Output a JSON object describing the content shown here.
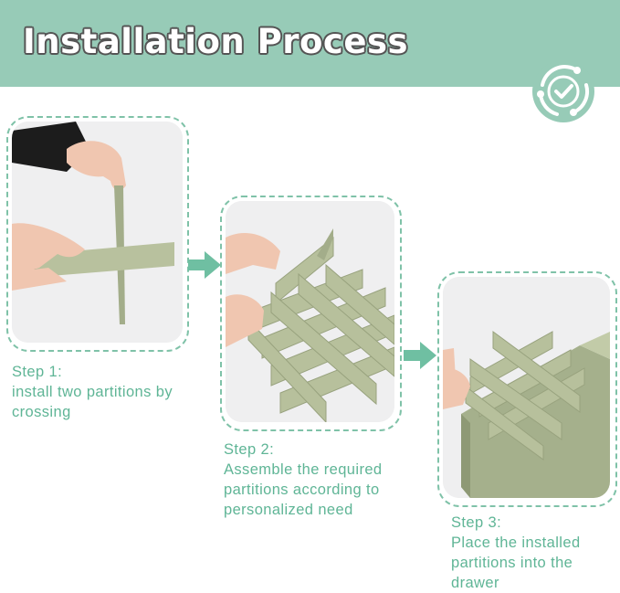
{
  "header": {
    "title": "Installation Process",
    "band_color": "#97cbb7",
    "badge_icon": "check-badge-icon"
  },
  "accent_color": "#5fb596",
  "steps": [
    {
      "title": "Step 1:",
      "description": "install two partitions by\ncrossing",
      "photo": "hands-crossing-two-partitions"
    },
    {
      "title": "Step 2:",
      "description": "Assemble the required\npartitions according to\npersonalized need",
      "photo": "hands-assembling-partition-grid"
    },
    {
      "title": "Step 3:",
      "description": "Place the installed\npartitions into the\ndrawer",
      "photo": "hands-placing-grid-into-drawer"
    }
  ],
  "arrows": [
    "right-arrow-icon",
    "right-arrow-icon"
  ]
}
